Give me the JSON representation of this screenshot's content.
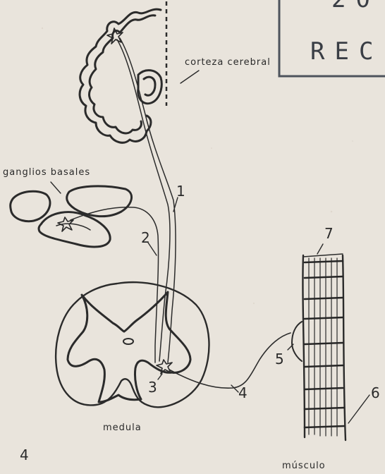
{
  "stamp": {
    "text": "REC",
    "top_text": "20"
  },
  "labels": {
    "cortex": "corteza cerebral",
    "basal_ganglia": "ganglios basales",
    "medulla": "medula",
    "muscle": "músculo",
    "figure_number": "4"
  },
  "numbers": [
    "1",
    "2",
    "3",
    "4",
    "5",
    "6",
    "7"
  ]
}
